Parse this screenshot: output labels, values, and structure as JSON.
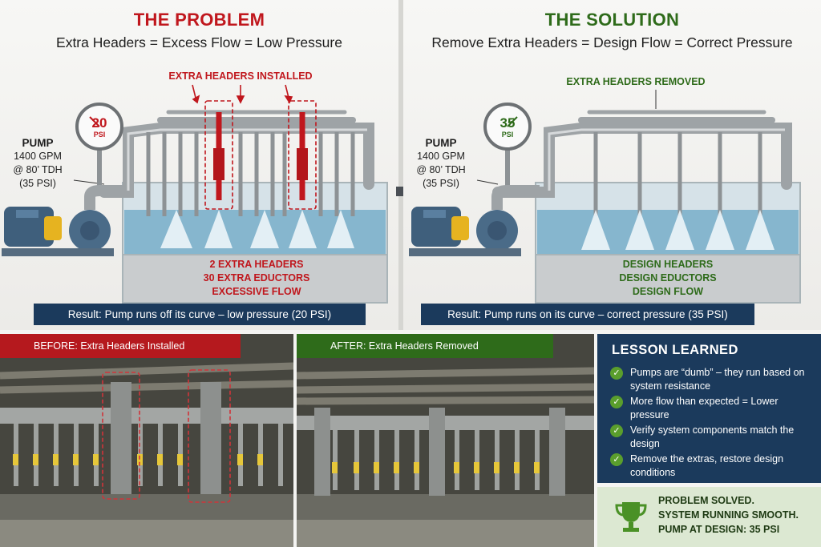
{
  "problem": {
    "title": "THE PROBLEM",
    "subtitle": "Extra Headers = Excess Flow = Low Pressure",
    "callout": "EXTRA HEADERS INSTALLED",
    "gauge_value": "20",
    "gauge_unit": "PSI",
    "pump_name": "PUMP",
    "pump_line1": "1400 GPM",
    "pump_line2": "@ 80’ TDH",
    "pump_line3": "(35 PSI)",
    "tank_notes": [
      "2 EXTRA HEADERS",
      "30 EXTRA EDUCTORS",
      "EXCESSIVE FLOW"
    ],
    "result": "Result: Pump runs off its curve – low pressure (20 PSI)"
  },
  "solution": {
    "title": "THE SOLUTION",
    "subtitle": "Remove Extra Headers = Design Flow = Correct Pressure",
    "callout": "EXTRA HEADERS REMOVED",
    "gauge_value": "35",
    "gauge_unit": "PSI",
    "pump_name": "PUMP",
    "pump_line1": "1400 GPM",
    "pump_line2": "@ 80’ TDH",
    "pump_line3": "(35 PSI)",
    "tank_notes": [
      "DESIGN HEADERS",
      "DESIGN EDUCTORS",
      "DESIGN FLOW"
    ],
    "result": "Result: Pump runs on its curve – correct pressure (35 PSI)"
  },
  "before_photo": {
    "label": "BEFORE: Extra Headers Installed"
  },
  "after_photo": {
    "label": "AFTER: Extra Headers Removed"
  },
  "lesson": {
    "title": "LESSON LEARNED",
    "items": [
      "Pumps are “dumb” – they run based on system resistance",
      "More flow than expected = Lower pressure",
      "Verify system components match the design",
      "Remove the extras, restore design conditions"
    ]
  },
  "solved": {
    "line1": "PROBLEM SOLVED.",
    "line2": "SYSTEM RUNNING SMOOTH.",
    "line3": "PUMP AT DESIGN: 35 PSI"
  },
  "colors": {
    "problem_red": "#c0171d",
    "solution_green": "#2e6b1a",
    "navy": "#1b3a5c",
    "check_green": "#5a9e2c"
  },
  "icons": [
    "check-icon",
    "trophy-icon",
    "arrow-right-icon",
    "pressure-gauge-icon",
    "pump-icon"
  ]
}
